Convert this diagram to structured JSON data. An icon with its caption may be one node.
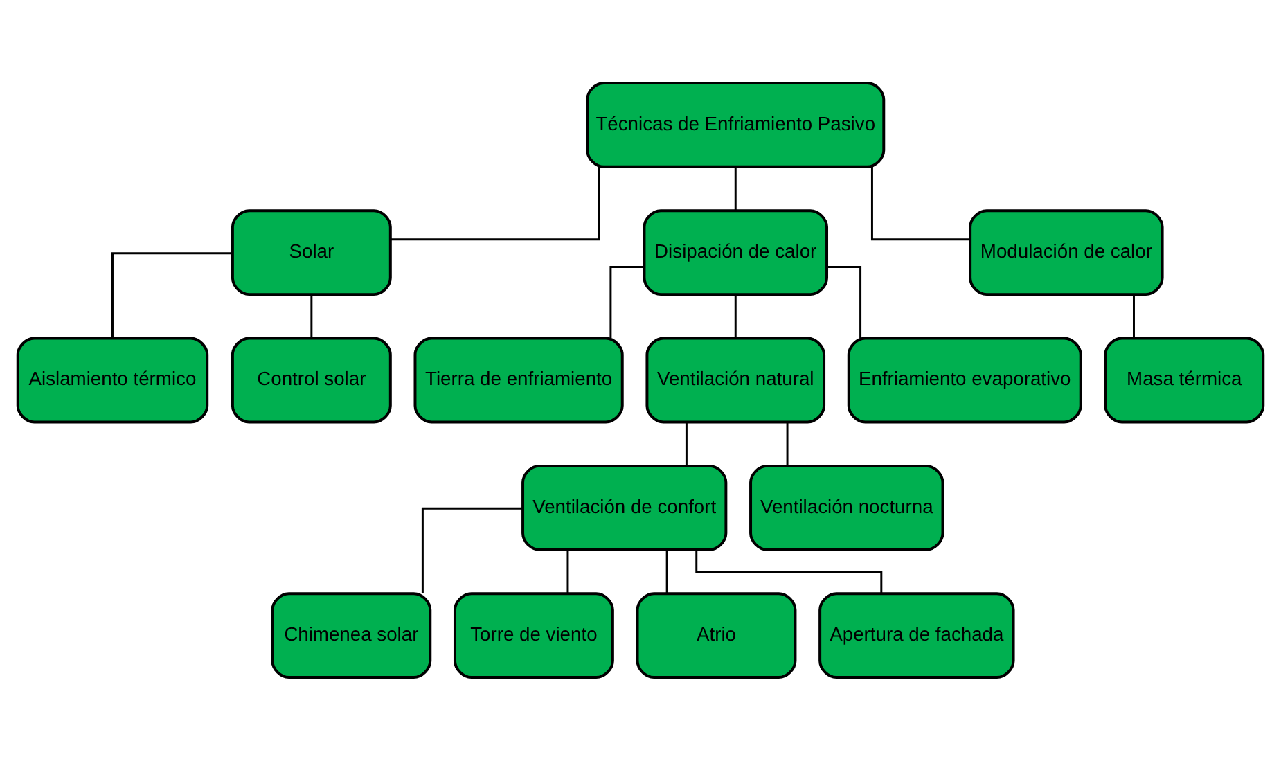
{
  "diagram": {
    "nodes": [
      {
        "text": [
          "Técnicas de Enfriamiento Pasivo"
        ]
      },
      {
        "text": [
          "Solar"
        ]
      },
      {
        "text": [
          "Disipación de calor"
        ]
      },
      {
        "text": [
          "Modulación de calor"
        ]
      },
      {
        "text": [
          "Aislamiento térmico"
        ]
      },
      {
        "text": [
          "Control solar"
        ]
      },
      {
        "text": [
          "Tierra de enfriamiento"
        ]
      },
      {
        "text": [
          "Ventilación natural"
        ]
      },
      {
        "text": [
          "Enfriamiento evaporativo"
        ]
      },
      {
        "text": [
          "Masa térmica"
        ]
      },
      {
        "text": [
          "Ventilación de confort"
        ]
      },
      {
        "text": [
          "Ventilación nocturna"
        ]
      },
      {
        "text": [
          "Chimenea solar"
        ]
      },
      {
        "text": [
          "Torre de viento"
        ]
      },
      {
        "text": [
          "Atrio"
        ]
      },
      {
        "text": [
          "Apertura de fachada"
        ]
      }
    ],
    "edges": [
      {
        "from": 0,
        "to": 1,
        "arrow": "none"
      },
      {
        "from": 0,
        "to": 2,
        "arrow": "none"
      },
      {
        "from": 0,
        "to": 3,
        "arrow": "none"
      },
      {
        "from": 1,
        "to": 4,
        "arrow": "none"
      },
      {
        "from": 1,
        "to": 5,
        "arrow": "none"
      },
      {
        "from": 2,
        "to": 6,
        "arrow": "none"
      },
      {
        "from": 2,
        "to": 7,
        "arrow": "none"
      },
      {
        "from": 2,
        "to": 8,
        "arrow": "none"
      },
      {
        "from": 3,
        "to": 9,
        "arrow": "none"
      },
      {
        "from": 7,
        "to": 10,
        "arrow": "none"
      },
      {
        "from": 7,
        "to": 11,
        "arrow": "none"
      },
      {
        "from": 10,
        "to": 12,
        "arrow": "none"
      },
      {
        "from": 10,
        "to": 13,
        "arrow": "none"
      },
      {
        "from": 10,
        "to": 14,
        "arrow": "none"
      },
      {
        "from": 10,
        "to": 15,
        "arrow": "none"
      }
    ]
  }
}
